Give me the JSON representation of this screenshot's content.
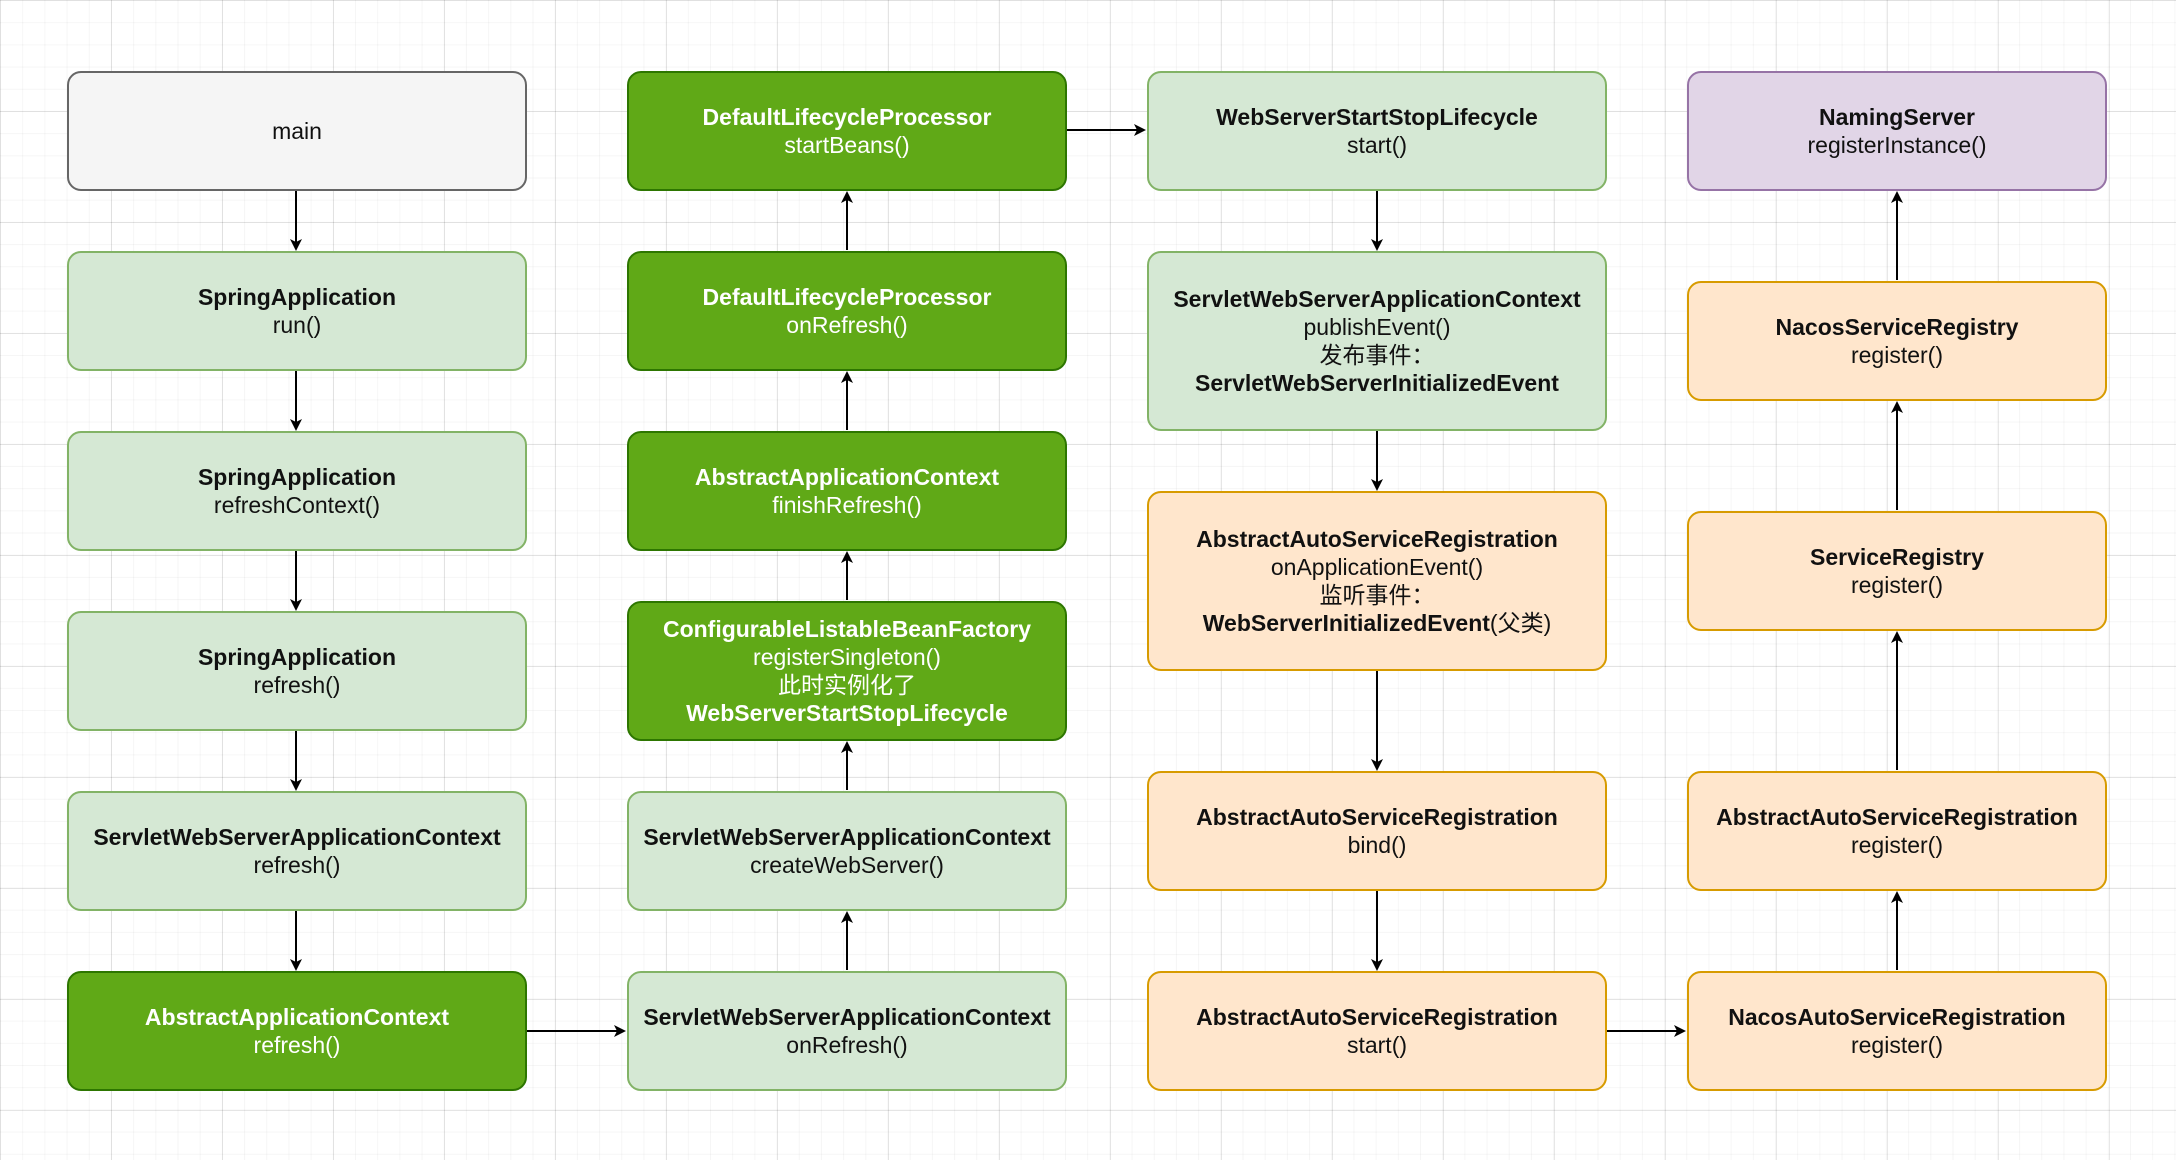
{
  "nodes": {
    "main": {
      "title": "main"
    },
    "sa_run": {
      "title": "SpringApplication",
      "method": "run()"
    },
    "sa_refresh_context": {
      "title": "SpringApplication",
      "method": "refreshContext()"
    },
    "sa_refresh": {
      "title": "SpringApplication",
      "method": "refresh()"
    },
    "swsac_refresh": {
      "title": "ServletWebServerApplicationContext",
      "method": "refresh()"
    },
    "aac_refresh": {
      "title": "AbstractApplicationContext",
      "method": "refresh()"
    },
    "swsac_onrefresh": {
      "title": "ServletWebServerApplicationContext",
      "method": "onRefresh()"
    },
    "swsac_create": {
      "title": "ServletWebServerApplicationContext",
      "method": "createWebServer()"
    },
    "clbf": {
      "title": "ConfigurableListableBeanFactory",
      "method": "registerSingleton()",
      "note": "此时实例化了",
      "extra": "WebServerStartStopLifecycle"
    },
    "aac_finish": {
      "title": "AbstractApplicationContext",
      "method": "finishRefresh()"
    },
    "dlp_onrefresh": {
      "title": "DefaultLifecycleProcessor",
      "method": "onRefresh()"
    },
    "dlp_start": {
      "title": "DefaultLifecycleProcessor",
      "method": "startBeans()"
    },
    "wsssl": {
      "title": "WebServerStartStopLifecycle",
      "method": "start()"
    },
    "swsac_publish": {
      "title": "ServletWebServerApplicationContext",
      "method": "publishEvent()",
      "note": "发布事件：",
      "extra": "ServletWebServerInitializedEvent"
    },
    "aasr_onevent": {
      "title": "AbstractAutoServiceRegistration",
      "method": "onApplicationEvent()",
      "note": "监听事件：",
      "extra": "WebServerInitializedEvent",
      "extra_suffix": "(父类)"
    },
    "aasr_bind": {
      "title": "AbstractAutoServiceRegistration",
      "method": "bind()"
    },
    "aasr_start": {
      "title": "AbstractAutoServiceRegistration",
      "method": "start()"
    },
    "nasr_register": {
      "title": "NacosAutoServiceRegistration",
      "method": "register()"
    },
    "aasr_register": {
      "title": "AbstractAutoServiceRegistration",
      "method": "register()"
    },
    "sr_register": {
      "title": "ServiceRegistry",
      "method": "register()"
    },
    "nsr_register": {
      "title": "NacosServiceRegistry",
      "method": "register()"
    },
    "ns_register": {
      "title": "NamingServer",
      "method": "registerInstance()"
    }
  },
  "colors": {
    "grey_fill": "#f5f5f5",
    "grey_stroke": "#666666",
    "light_green_fill": "#d5e8d4",
    "light_green_stroke": "#82b366",
    "dark_green_fill": "#60a917",
    "dark_green_stroke": "#2d7600",
    "orange_fill": "#ffe6cc",
    "orange_stroke": "#d79b00",
    "purple_fill": "#e1d5e7",
    "purple_stroke": "#9673a6"
  }
}
